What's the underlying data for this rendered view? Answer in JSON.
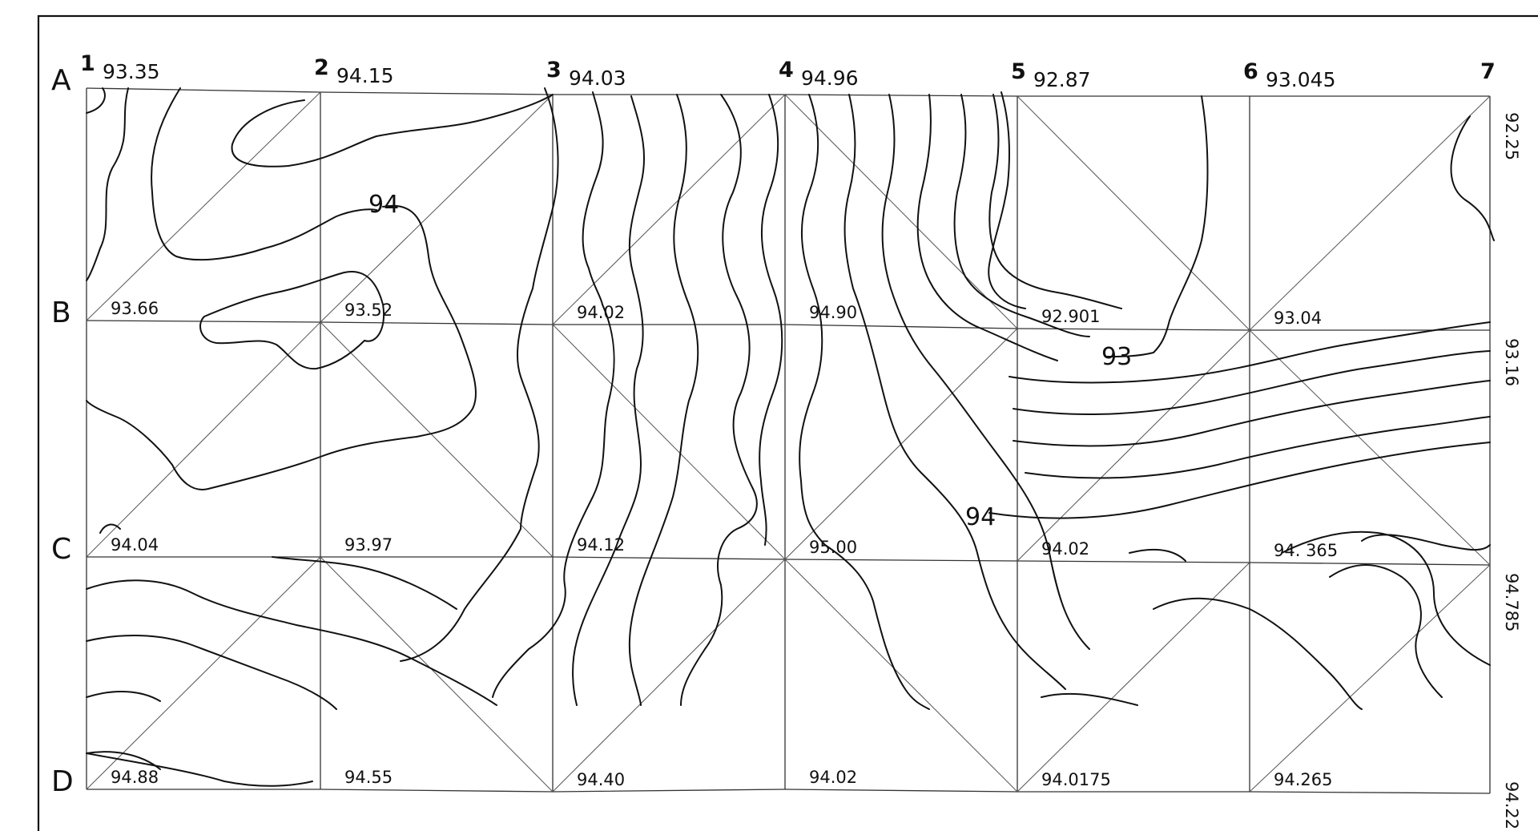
{
  "rows": [
    "A",
    "B",
    "C",
    "D"
  ],
  "columns": [
    "1",
    "2",
    "3",
    "4",
    "5",
    "6",
    "7"
  ],
  "elevations": {
    "A": [
      "93.35",
      "94.15",
      "94.03",
      "94.96",
      "92.87",
      "93.045",
      "92.25"
    ],
    "B": [
      "93.66",
      "93.52",
      "94.02",
      "94.90",
      "92.901",
      "93.04",
      "93.16"
    ],
    "C": [
      "94.04",
      "93.97",
      "94.12",
      "95.00",
      "94.02",
      "94. 365",
      "94.785"
    ],
    "D": [
      "94.88",
      "94.55",
      "94.40",
      "94.02",
      "94.0175",
      "94.265",
      "94.22"
    ]
  },
  "contour_labels": [
    "94",
    "93",
    "94"
  ],
  "colors": {
    "ink": "#111111",
    "grid": "#333333",
    "paper": "#ffffff"
  }
}
